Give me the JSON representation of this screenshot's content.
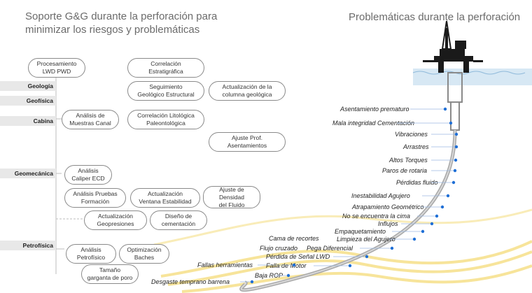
{
  "left_title": [
    "Soporte G&G durante la perforación para",
    "minimizar los riesgos y problemáticas"
  ],
  "right_title": "Problemáticas durante la perforación",
  "categories": [
    "Geología",
    "Geofísica",
    "Cabina",
    "Geomecánica",
    "Petrofísica"
  ],
  "bubbles": [
    [
      "Procesamiento",
      "LWD PWD"
    ],
    [
      "Correlación",
      "Estratigráfica"
    ],
    [
      "Seguimiento",
      "Geológico Estructural"
    ],
    [
      "Actualización de la",
      "columna geológica"
    ],
    [
      "Análisis de",
      "Muestras Canal"
    ],
    [
      "Correlación Litológica",
      "Paleontológica"
    ],
    [
      "Ajuste Prof.",
      "Asentamientos"
    ],
    [
      "Análisis",
      "Caliper ECD"
    ],
    [
      "Análisis Pruebas",
      "Formación"
    ],
    [
      "Actualización",
      "Ventana Estabilidad"
    ],
    [
      "Ajuste de Densidad",
      "del Fluido"
    ],
    [
      "Actualización",
      "Geopresiones"
    ],
    [
      "Diseño de",
      "cementación"
    ],
    [
      "Análisis",
      "Petrofísico"
    ],
    [
      "Optimización",
      "Baches"
    ],
    [
      "Tamaño",
      "garganta de poro"
    ]
  ],
  "problems": [
    "Asentamiento prematuro",
    "Mala integridad Cementación",
    "Vibraciones",
    "Arrastres",
    "Altos Torques",
    "Paros de rotaria",
    "Pérdidas fluido",
    "Inestabilidad Agujero",
    "Atrapamiento Geométrico",
    "No se encuentra la cima",
    "Influjos",
    "Empaquetamiento",
    "Cama de recortes",
    "Limpieza del Agujero",
    "Flujo cruzado",
    "Pega Diferencial",
    "Pérdida de Señal LWD",
    "Fallas herramientas",
    "Falla de Motor",
    "Baja ROP",
    "Desgaste temprano barrena"
  ],
  "colors": {
    "title": "#6b6b6b",
    "marker": "#1f6fd6",
    "well": "#9a9a9a",
    "strata": "#f5e08a",
    "water": "#cfe3f2"
  }
}
